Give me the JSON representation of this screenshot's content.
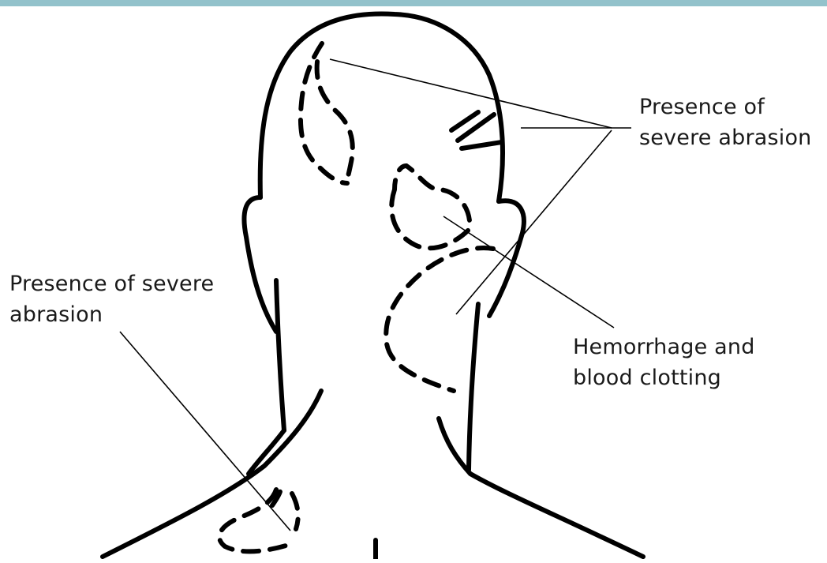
{
  "labels": {
    "top_right": {
      "line1": "Presence of",
      "line2": "severe abrasion"
    },
    "left": {
      "line1": "Presence of severe",
      "line2": "abrasion"
    },
    "hemorrhage": {
      "line1": "Hemorrhage and",
      "line2": "blood clotting"
    }
  },
  "colors": {
    "ink": "#000000",
    "top_strip": "#3a8fa0"
  }
}
